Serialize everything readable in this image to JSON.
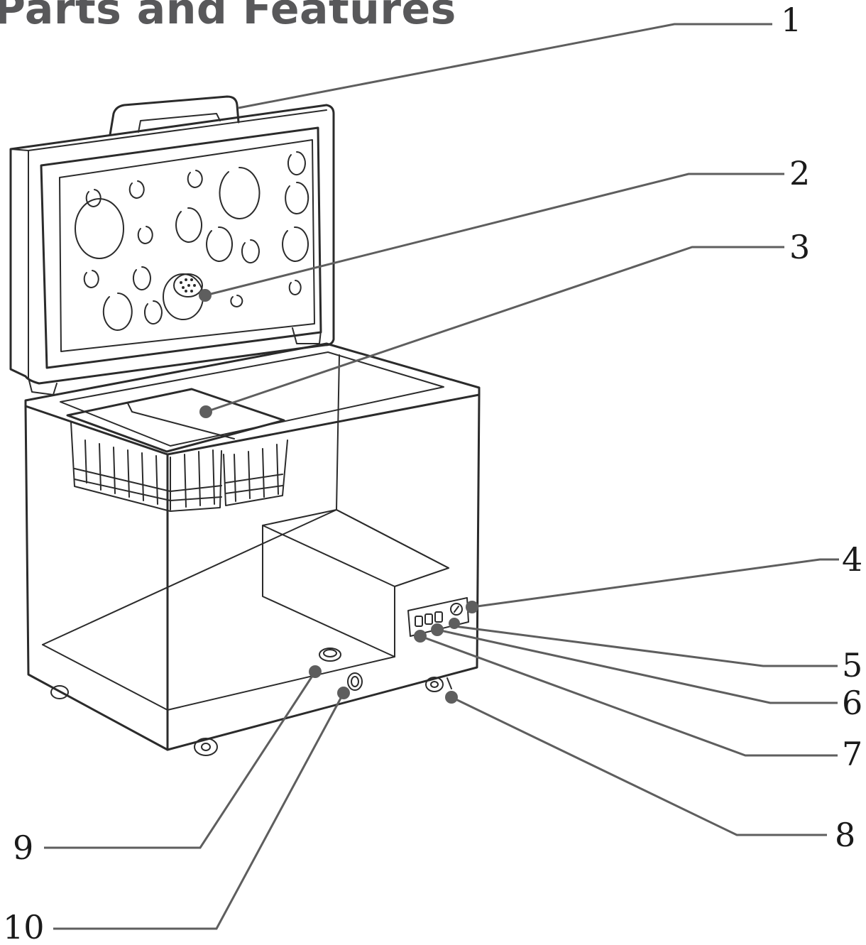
{
  "title": "Parts and Features",
  "callouts": [
    {
      "id": "1",
      "label": "1"
    },
    {
      "id": "2",
      "label": "2"
    },
    {
      "id": "3",
      "label": "3"
    },
    {
      "id": "4",
      "label": "4"
    },
    {
      "id": "5",
      "label": "5"
    },
    {
      "id": "6",
      "label": "6"
    },
    {
      "id": "7",
      "label": "7"
    },
    {
      "id": "8",
      "label": "8"
    },
    {
      "id": "9",
      "label": "9"
    },
    {
      "id": "10",
      "label": "10"
    }
  ],
  "colors": {
    "title": "#58585a",
    "leader": "#5e5e5e",
    "line_art": "#2b2b2b"
  }
}
